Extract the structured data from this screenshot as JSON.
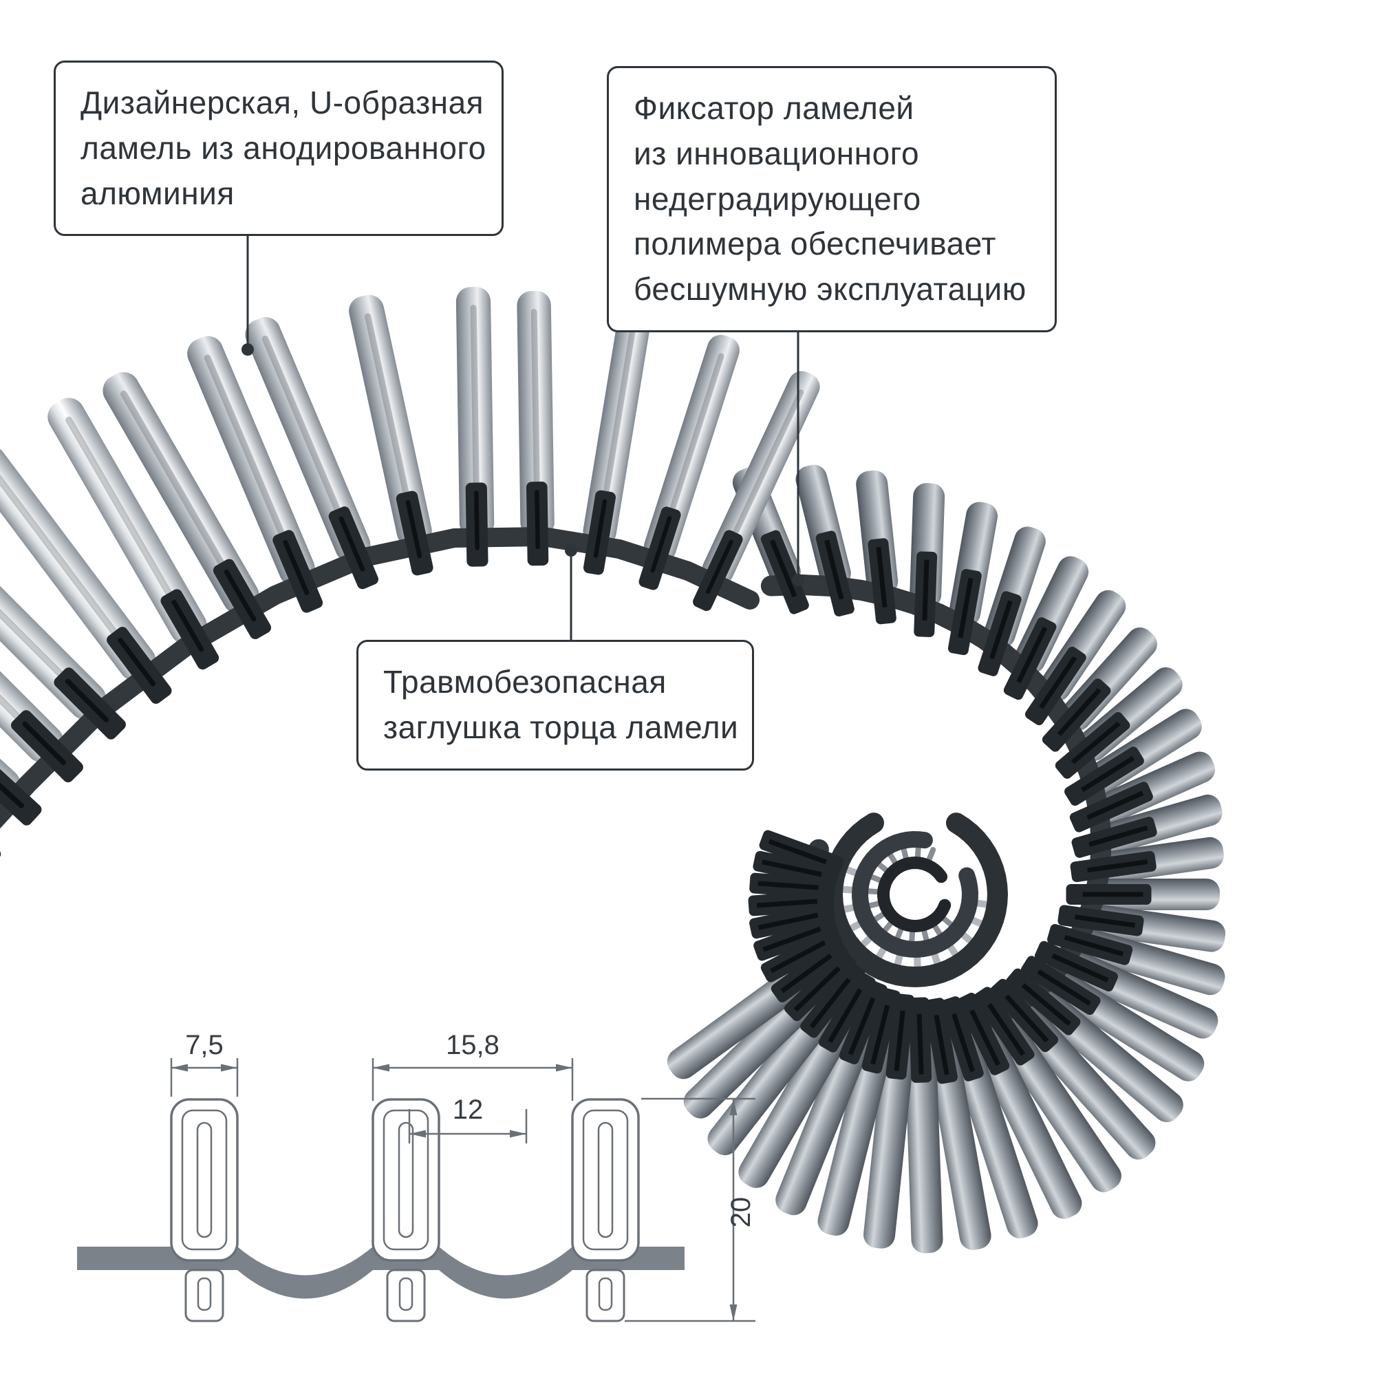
{
  "callouts": [
    {
      "id": "lamella",
      "lines": [
        "Дизайнерская, U-образная",
        "ламель из анодированного",
        "алюминия"
      ]
    },
    {
      "id": "fixator",
      "lines": [
        "Фиксатор ламелей",
        "из инновационного",
        "недеградирующего",
        "полимера обеспечивает",
        "бесшумную эксплуатацию"
      ]
    },
    {
      "id": "endcap",
      "lines": [
        "Травмобезопасная",
        "заглушка торца ламели"
      ]
    }
  ],
  "dimensions": {
    "lamella_width": "7,5",
    "pitch": "15,8",
    "gap": "12",
    "height": "20"
  },
  "colors": {
    "ink": "#2e343a",
    "band": "#33383d",
    "clip": "#24292e",
    "clip_slot": "#0e1114",
    "metal_light": "#ffffff",
    "metal_mid": "#c7ccd1",
    "metal_dark": "#6f767d",
    "dim_line": "#6a7077",
    "dim_band": "#7b8289",
    "label": "#363c42"
  }
}
